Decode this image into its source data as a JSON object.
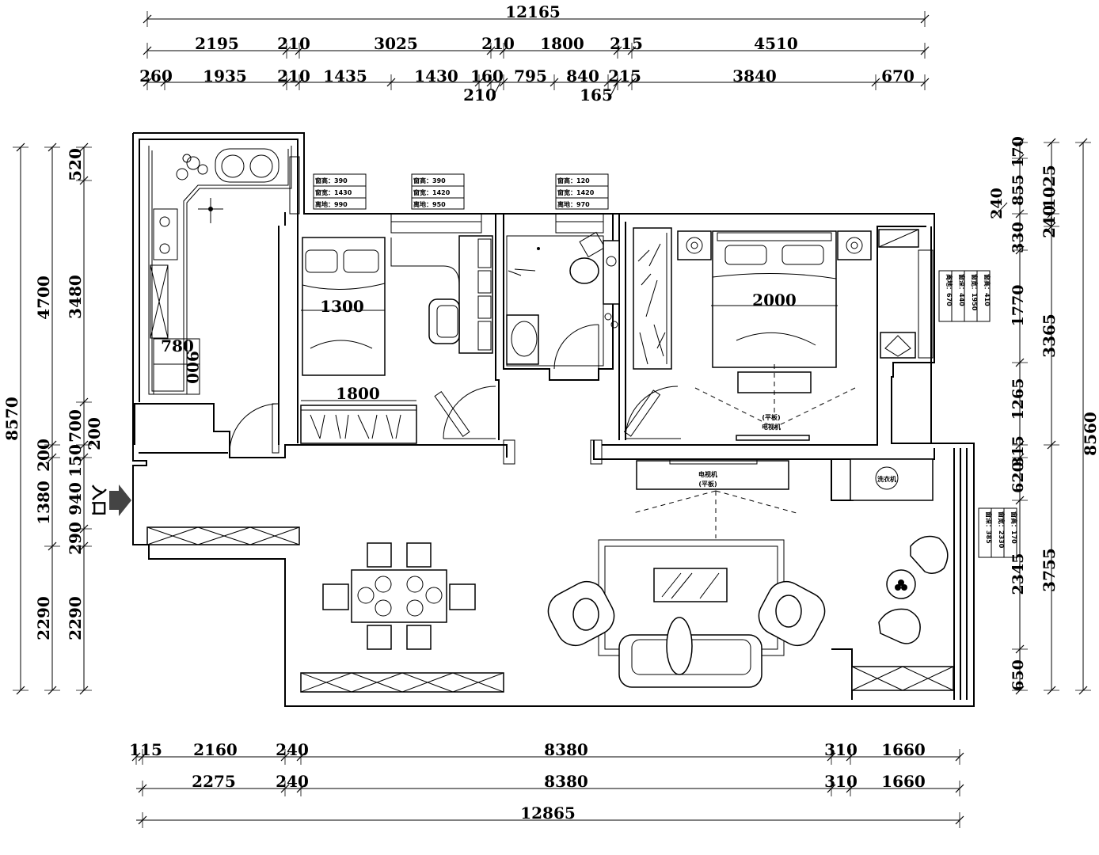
{
  "dimensions": {
    "top_total": "12165",
    "top_row1": [
      "2195",
      "210",
      "3025",
      "210",
      "1800",
      "215",
      "4510"
    ],
    "top_row2": [
      "260",
      "1935",
      "210",
      "1435",
      "1430",
      "160",
      "795",
      "840",
      "215",
      "3840",
      "670"
    ],
    "top_row2_sub": [
      "210",
      "165"
    ],
    "bottom_row1": [
      "115",
      "2160",
      "240",
      "8380",
      "310",
      "1660"
    ],
    "bottom_row2": [
      "2275",
      "240",
      "8380",
      "310",
      "1660"
    ],
    "bottom_total": "12865",
    "left_total": "8570",
    "left_col1": [
      "4700",
      "200",
      "1380",
      "2290"
    ],
    "left_col2": [
      "520",
      "3480",
      "700",
      "150",
      "940",
      "290",
      "2290"
    ],
    "left_col2_extra": "200",
    "right_total": "8560",
    "right_col1": [
      "1025",
      "240",
      "3365",
      "3755"
    ],
    "right_col2": [
      "170",
      "855",
      "330",
      "1770",
      "1265",
      "315",
      "620",
      "2345",
      "650"
    ],
    "right_col2_extra": "240"
  },
  "rooms": {
    "kitchen_w": "780",
    "kitchen_h": "900",
    "bed1_bed": "1300",
    "bed1_wardrobe": "1800",
    "master_bed": "2000"
  },
  "entrance_label": "入口",
  "window_notes": {
    "w1": [
      "窗高：390",
      "窗宽：1430",
      "离地：990"
    ],
    "w2": [
      "窗高：390",
      "窗宽：1420",
      "离地：950"
    ],
    "w3": [
      "窗高：120",
      "窗宽：1420",
      "离地：970"
    ],
    "w4": [
      "窗高：410",
      "窗宽：1950",
      "窗深：440",
      "离地：670"
    ],
    "w5": [
      "窗高：170",
      "窗宽：2330",
      "窗深：385"
    ]
  },
  "tv_labels": {
    "bedroom": [
      "(平板)",
      "电视机"
    ],
    "living": [
      "电视机",
      "(平板)"
    ]
  },
  "fixture_labels": {
    "washer": "洗衣机"
  }
}
